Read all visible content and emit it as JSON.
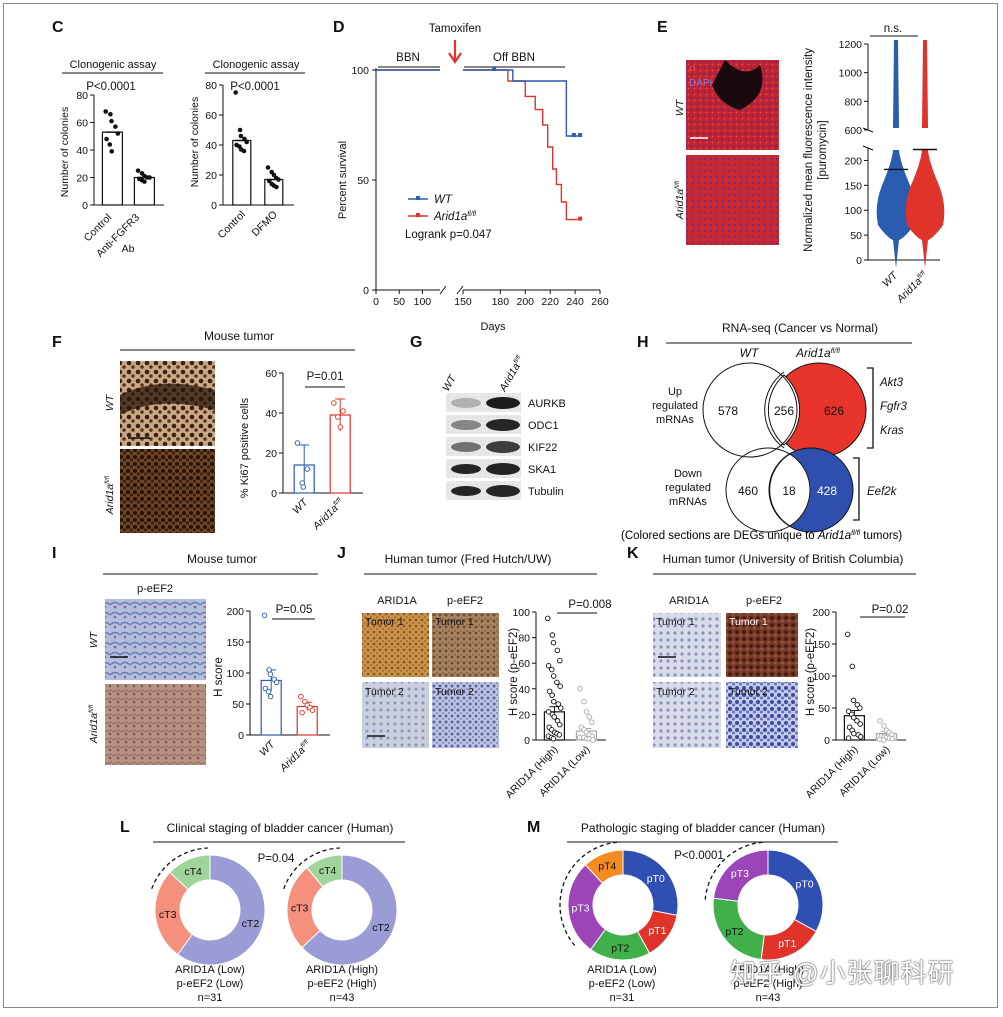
{
  "colors": {
    "wt": "#2a5cb0",
    "mut": "#e0342b",
    "grey": "#888888",
    "ct2": "#9b9bd6",
    "ct3": "#f4907c",
    "ct4": "#9fd59a",
    "pt0": "#2f4fb2",
    "pt1": "#e0342b",
    "pt2": "#3fb04a",
    "pt3": "#9b45b8",
    "pt4": "#f28c1e",
    "venn_up": "#e8342b",
    "venn_down": "#2f4fae"
  },
  "panels": {
    "C": "C",
    "D": "D",
    "E": "E",
    "F": "F",
    "G": "G",
    "H": "H",
    "I": "I",
    "J": "J",
    "K": "K",
    "L": "L",
    "M": "M"
  },
  "panelC": {
    "left": {
      "title": "Clonogenic assay",
      "p": "P<0.0001",
      "ylabel": "Number of colonies",
      "ticks": [
        "0",
        "20",
        "40",
        "60",
        "80"
      ],
      "cats": [
        "Control",
        "Anti-FGFR3",
        "Ab"
      ],
      "bars": [
        53,
        20
      ],
      "ymax": 80,
      "points": [
        [
          68,
          66,
          61,
          57,
          52,
          48,
          44,
          39
        ],
        [
          25,
          23,
          21,
          20,
          20,
          19,
          18,
          17
        ]
      ]
    },
    "right": {
      "title": "Clonogenic assay",
      "p": "P<0.0001",
      "ylabel": "Number of colonies",
      "ticks": [
        "0",
        "20",
        "40",
        "60",
        "80"
      ],
      "cats": [
        "Control",
        "DFMO"
      ],
      "bars": [
        43,
        17
      ],
      "ymax": 80,
      "points": [
        [
          75,
          50,
          46,
          44,
          42,
          40,
          39,
          37,
          36
        ],
        [
          25,
          22,
          20,
          18,
          17,
          16,
          14,
          13,
          12
        ]
      ]
    }
  },
  "panelD": {
    "tam": "Tamoxifen",
    "bbn": "BBN",
    "offbbn": "Off BBN",
    "ylabel": "Percent survival",
    "xlabel": "Days",
    "yticks": [
      "0",
      "50",
      "100"
    ],
    "xticks_left": [
      "0",
      "50",
      "100"
    ],
    "xticks_right": [
      "150",
      "180",
      "200",
      "220",
      "240",
      "260"
    ],
    "legend": [
      {
        "label": "WT"
      },
      {
        "label": "Arid1a",
        "sup": "fl/fl"
      }
    ],
    "logrank": "Logrank p=0.047",
    "wt": [
      [
        0,
        100
      ],
      [
        190,
        100
      ],
      [
        190,
        95
      ],
      [
        233,
        95
      ],
      [
        233,
        70
      ],
      [
        245,
        70
      ]
    ],
    "mut": [
      [
        0,
        100
      ],
      [
        186,
        100
      ],
      [
        186,
        95
      ],
      [
        200,
        95
      ],
      [
        200,
        88
      ],
      [
        208,
        88
      ],
      [
        208,
        82
      ],
      [
        214,
        82
      ],
      [
        214,
        75
      ],
      [
        218,
        75
      ],
      [
        218,
        65
      ],
      [
        222,
        65
      ],
      [
        222,
        55
      ],
      [
        225,
        55
      ],
      [
        225,
        48
      ],
      [
        229,
        48
      ],
      [
        229,
        40
      ],
      [
        233,
        40
      ],
      [
        233,
        32
      ],
      [
        245,
        32
      ]
    ]
  },
  "panelE": {
    "dapi": "DAPI",
    "p_label": "P",
    "rows": [
      {
        "label": "WT"
      },
      {
        "label": "Arid1a",
        "sup": "fl/fl"
      }
    ],
    "ns": "n.s.",
    "ylabel": "Normalized mean fluorescence intensity [puromycin]",
    "yticks_top": [
      "600",
      "800",
      "1000",
      "1200"
    ],
    "yticks_bot": [
      "0",
      "50",
      "100",
      "150",
      "200"
    ],
    "cats": [
      {
        "label": "WT"
      },
      {
        "label": "Arid1a",
        "sup": "fl/fl"
      }
    ],
    "medians": [
      182,
      222
    ]
  },
  "panelF": {
    "title": "Mouse tumor",
    "rows": [
      {
        "label": "WT"
      },
      {
        "label": "Arid1a",
        "sup": "fl/fl"
      }
    ],
    "p": "P=0.01",
    "ylabel": "% Ki67 positive cells",
    "yticks": [
      "0",
      "20",
      "40",
      "60"
    ],
    "cats": [
      {
        "label": "WT"
      },
      {
        "label": "Arid1a",
        "sup": "fl/fl"
      }
    ],
    "bars": [
      14,
      39
    ],
    "err": [
      10,
      8
    ],
    "points": [
      [
        25,
        5,
        3,
        12
      ],
      [
        45,
        38,
        33,
        41
      ]
    ],
    "ymax": 60
  },
  "panelG": {
    "cols": [
      {
        "label": "WT"
      },
      {
        "label": "Arid1a",
        "sup": "fl/fl"
      }
    ],
    "bands": [
      "AURKB",
      "ODC1",
      "KIF22",
      "SKA1",
      "Tubulin"
    ]
  },
  "panelH": {
    "title": "RNA-seq (Cancer vs Normal)",
    "head_wt": "WT",
    "head_mut": "Arid1a",
    "head_mut_sup": "fl/fl",
    "up_label": [
      "Up",
      "regulated",
      "mRNAs"
    ],
    "up": [
      "578",
      "256",
      "626"
    ],
    "down_label": [
      "Down",
      "regulated",
      "mRNAs"
    ],
    "down": [
      "460",
      "18",
      "428"
    ],
    "genes_up": [
      "Akt3",
      "Fgfr3",
      "Kras"
    ],
    "genes_down": [
      "Eef2k"
    ],
    "footnote": "(Colored sections are DEGs unique to ",
    "foot_gene": "Arid1a",
    "foot_sup": "fl/fl",
    "foot_tail": " tumors)"
  },
  "panelI": {
    "title": "Mouse tumor",
    "stain": "p-eEF2",
    "rows": [
      {
        "label": "WT"
      },
      {
        "label": "Arid1a",
        "sup": "fl/fl"
      }
    ],
    "p": "P=0.05",
    "ylabel": "H score",
    "yticks": [
      "0",
      "50",
      "100",
      "150",
      "200"
    ],
    "cats": [
      {
        "label": "WT"
      },
      {
        "label": "Arid1a",
        "sup": "fl/fl"
      }
    ],
    "bars": [
      88,
      46
    ],
    "err": [
      17,
      7
    ],
    "points": [
      [
        193,
        105,
        98,
        90,
        85,
        75,
        70,
        62
      ],
      [
        62,
        54,
        48,
        44,
        40,
        36
      ]
    ],
    "ymax": 200
  },
  "panelJ": {
    "title": "Human tumor (Fred Hutch/UW)",
    "col1": "ARID1A",
    "col2": "p-eEF2",
    "t1": "Tumor 1",
    "t2": "Tumor 2",
    "p": "P=0.008",
    "ylabel": "H score (p-eEF2)",
    "yticks": [
      "0",
      "20",
      "40",
      "60",
      "80",
      "100"
    ],
    "cats": [
      "ARID1A (High)",
      "ARID1A (Low)"
    ],
    "bars": [
      22,
      7
    ],
    "err": [
      4,
      2
    ],
    "ymax": 100,
    "points": [
      [
        95,
        82,
        76,
        70,
        62,
        58,
        55,
        50,
        45,
        42,
        38,
        35,
        30,
        28,
        25,
        22,
        20,
        18,
        15,
        12,
        10,
        8,
        6,
        5,
        4,
        3,
        2,
        1
      ],
      [
        40,
        30,
        22,
        18,
        14,
        10,
        8,
        6,
        4,
        3,
        2,
        2,
        1,
        1,
        0
      ]
    ]
  },
  "panelK": {
    "title": "Human tumor (University of British Columbia)",
    "col1": "ARID1A",
    "col2": "p-eEF2",
    "t1": "Tumor 1",
    "t2": "Tumor 2",
    "p": "P=0.02",
    "ylabel": "H score (p-eEF2)",
    "yticks": [
      "0",
      "50",
      "100",
      "150",
      "200"
    ],
    "cats": [
      "ARID1A (High)",
      "ARID1A (Low)"
    ],
    "bars": [
      38,
      10
    ],
    "err": [
      8,
      3
    ],
    "ymax": 200,
    "points": [
      [
        165,
        115,
        62,
        55,
        50,
        45,
        40,
        35,
        30,
        25,
        20,
        15,
        10,
        8,
        5,
        3
      ],
      [
        30,
        22,
        15,
        12,
        8,
        6,
        5,
        4,
        3,
        2,
        1,
        0
      ]
    ]
  },
  "panelL": {
    "title": "Clinical staging of bladder cancer (Human)",
    "p": "P=0.04",
    "left": {
      "slices": [
        {
          "label": "cT2",
          "value": 60
        },
        {
          "label": "cT3",
          "value": 27
        },
        {
          "label": "cT4",
          "value": 13
        }
      ],
      "caption": [
        "ARID1A (Low)",
        "p-eEF2 (Low)",
        "n=31"
      ]
    },
    "right": {
      "slices": [
        {
          "label": "cT2",
          "value": 63
        },
        {
          "label": "cT3",
          "value": 26
        },
        {
          "label": "cT4",
          "value": 11
        }
      ],
      "caption": [
        "ARID1A (High)",
        "p-eEF2 (High)",
        "n=43"
      ]
    }
  },
  "panelM": {
    "title": "Pathologic staging of bladder cancer (Human)",
    "p": "P<0.0001",
    "left": {
      "slices": [
        {
          "label": "pT0",
          "value": 28
        },
        {
          "label": "pT1",
          "value": 14
        },
        {
          "label": "pT2",
          "value": 18
        },
        {
          "label": "pT3",
          "value": 28
        },
        {
          "label": "pT4",
          "value": 12
        }
      ],
      "caption": [
        "ARID1A (Low)",
        "p-eEF2 (Low)",
        "n=31"
      ]
    },
    "right": {
      "slices": [
        {
          "label": "pT0",
          "value": 33
        },
        {
          "label": "pT1",
          "value": 19
        },
        {
          "label": "pT2",
          "value": 25
        },
        {
          "label": "pT3",
          "value": 23
        }
      ],
      "caption": [
        "ARID1A (High)",
        "p-eEF2 (High)",
        "n=43"
      ]
    }
  },
  "watermark": "知乎 @小张聊科研"
}
